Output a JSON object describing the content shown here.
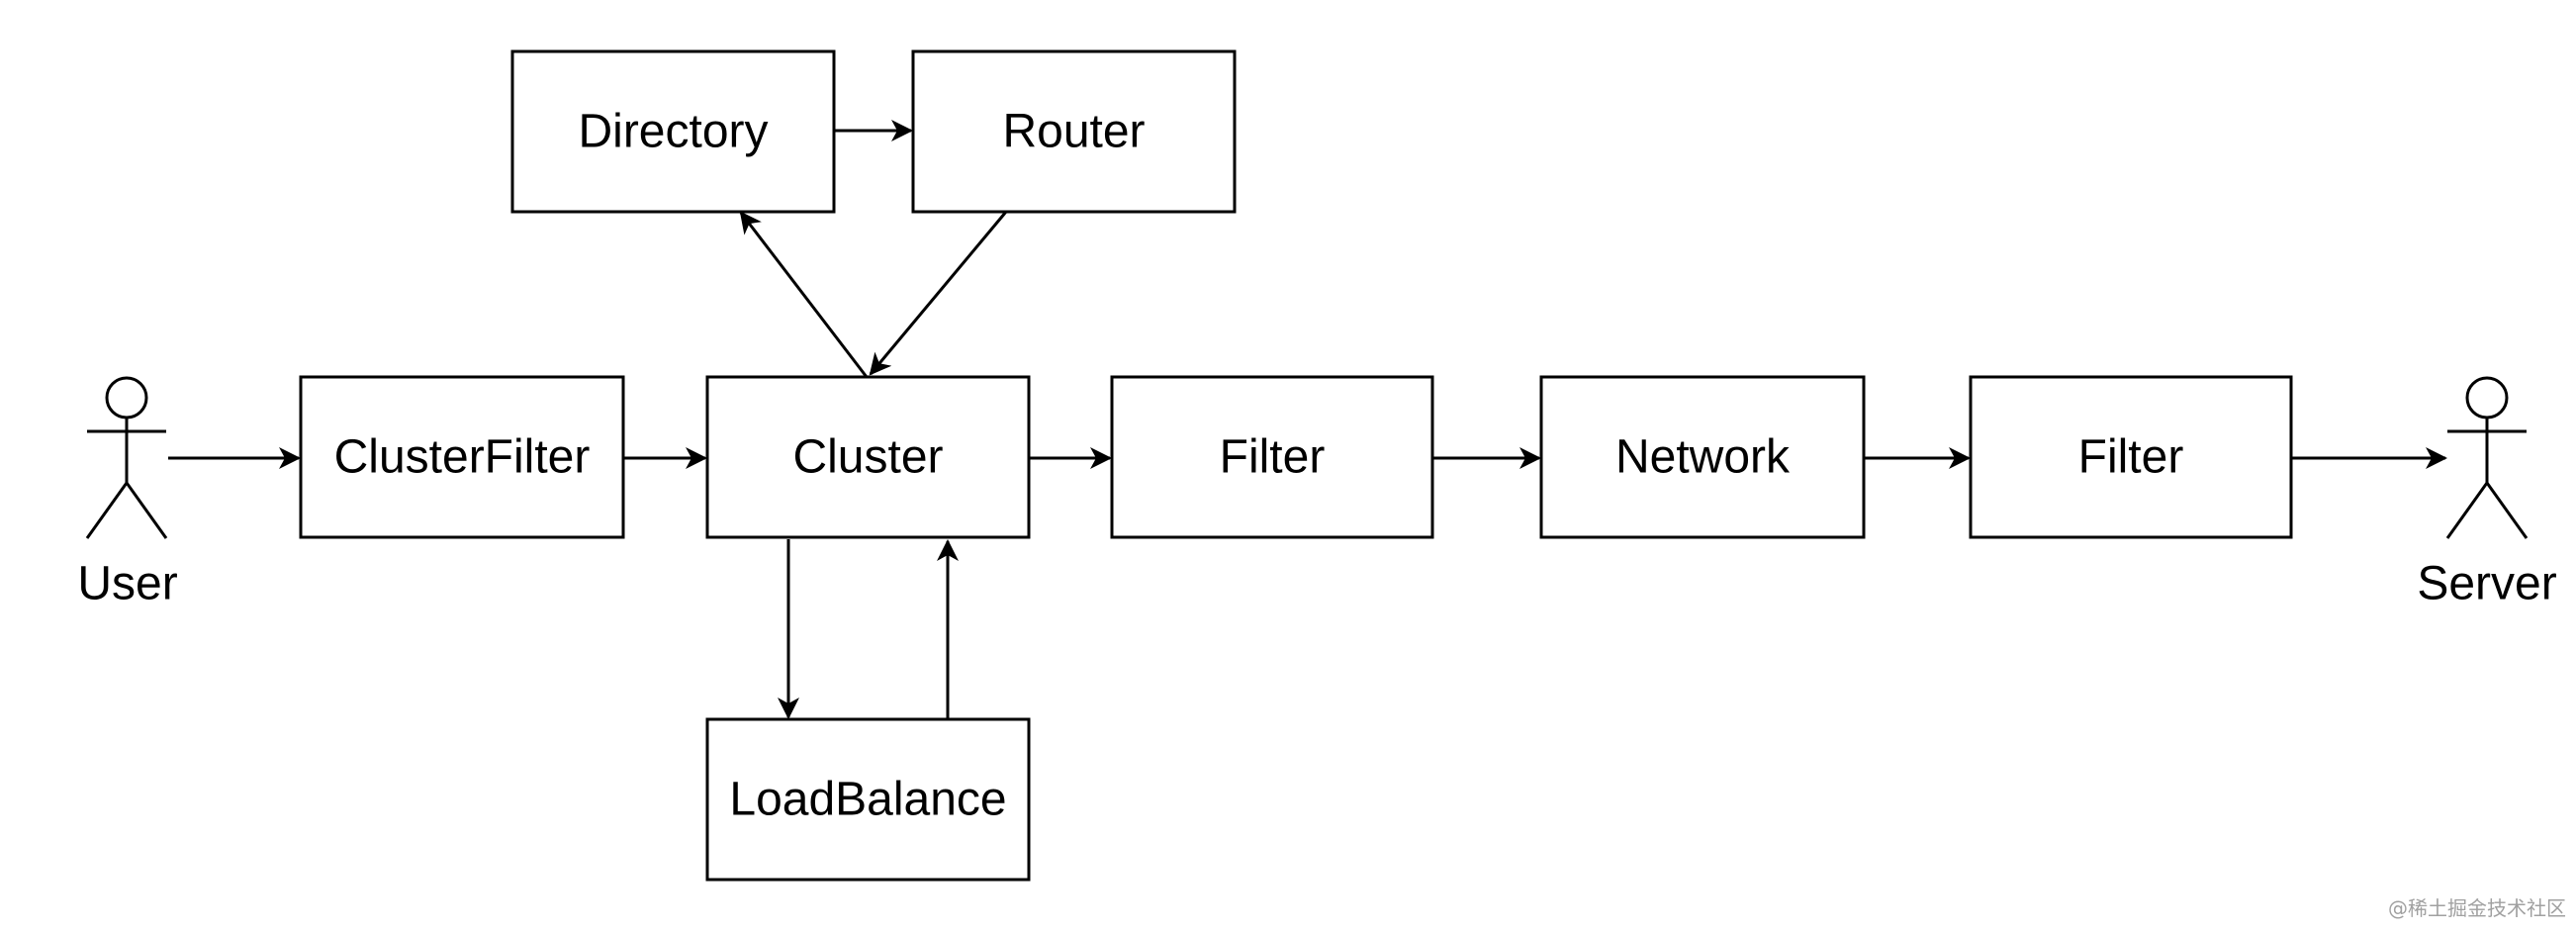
{
  "diagram": {
    "nodes": {
      "directory": "Directory",
      "router": "Router",
      "cluster_filter": "ClusterFilter",
      "cluster": "Cluster",
      "filter_1": "Filter",
      "network": "Network",
      "filter_2": "Filter",
      "load_balance": "LoadBalance"
    },
    "actors": {
      "user": "User",
      "server": "Server"
    },
    "edges": [
      {
        "from": "user",
        "to": "cluster_filter"
      },
      {
        "from": "cluster_filter",
        "to": "cluster"
      },
      {
        "from": "cluster",
        "to": "directory"
      },
      {
        "from": "directory",
        "to": "router"
      },
      {
        "from": "router",
        "to": "cluster"
      },
      {
        "from": "cluster",
        "to": "filter_1"
      },
      {
        "from": "filter_1",
        "to": "network"
      },
      {
        "from": "network",
        "to": "filter_2"
      },
      {
        "from": "filter_2",
        "to": "server"
      },
      {
        "from": "cluster",
        "to": "load_balance"
      },
      {
        "from": "load_balance",
        "to": "cluster"
      }
    ],
    "watermark": "@稀土掘金技术社区"
  },
  "colors": {
    "stroke": "#000000",
    "fill": "#ffffff",
    "watermark": "#a0a0a0"
  }
}
